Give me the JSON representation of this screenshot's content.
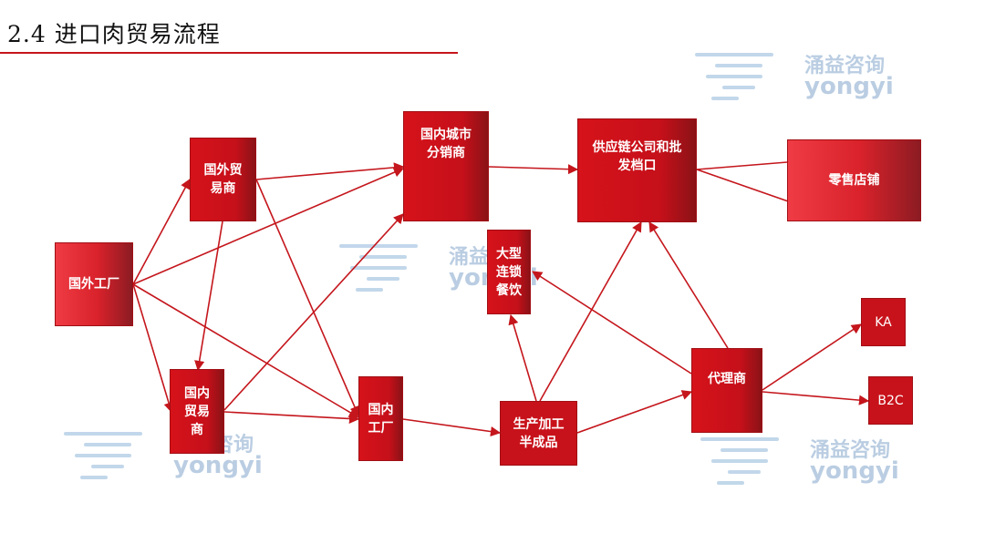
{
  "title": "2.4 进口肉贸易流程",
  "watermark": {
    "cn": "涌益咨询",
    "en": "yongyi"
  },
  "nodes": {
    "foreign_factory": "国外工厂",
    "foreign_trader": "国外贸\n易商",
    "domestic_trader": "国内\n贸易\n商",
    "domestic_distributor": "国内城市\n分销商",
    "domestic_factory": "国内\n工厂",
    "chain_restaurant": "大型\n连锁\n餐饮",
    "processing": "生产加工\n半成品",
    "supply_chain": "供应链公司和批\n发档口",
    "agent": "代理商",
    "retail": "零售店铺",
    "ka": "KA",
    "b2c": "B2C"
  },
  "colors": {
    "node": "#c8121b",
    "arrow": "#c4161c",
    "rule": "#c4161c"
  }
}
